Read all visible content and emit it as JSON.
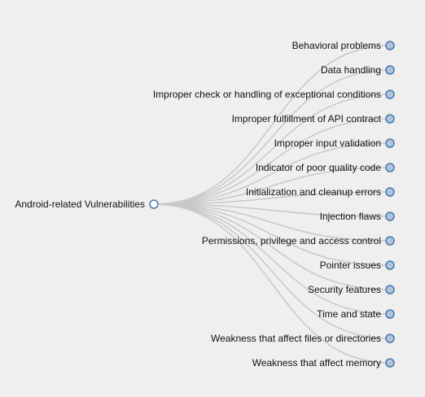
{
  "tree": {
    "root": {
      "label": "Android-related Vulnerabilities",
      "collapsed": false
    },
    "children": [
      {
        "label": "Behavioral problems",
        "collapsed": true
      },
      {
        "label": "Data handling",
        "collapsed": true
      },
      {
        "label": "Improper check or handling of exceptional conditions",
        "collapsed": true
      },
      {
        "label": "Improper fulfillment of API contract",
        "collapsed": true
      },
      {
        "label": "Improper input validation",
        "collapsed": true
      },
      {
        "label": "Indicator of poor quality code",
        "collapsed": true
      },
      {
        "label": "Initialization and cleanup errors",
        "collapsed": true
      },
      {
        "label": "Injection flaws",
        "collapsed": true
      },
      {
        "label": "Permissions, privilege and access control",
        "collapsed": true
      },
      {
        "label": "Pointer issues",
        "collapsed": true
      },
      {
        "label": "Security features",
        "collapsed": true
      },
      {
        "label": "Time and state",
        "collapsed": true
      },
      {
        "label": "Weakness that affect files or directories",
        "collapsed": true
      },
      {
        "label": "Weakness that affect memory",
        "collapsed": true
      }
    ]
  },
  "colors": {
    "background": "#efefef",
    "link": "#c8c8c8",
    "node_stroke": "#4a7aa8",
    "collapsed_fill": "#b0c4de",
    "expanded_fill": "#ffffff",
    "text": "#111111"
  }
}
